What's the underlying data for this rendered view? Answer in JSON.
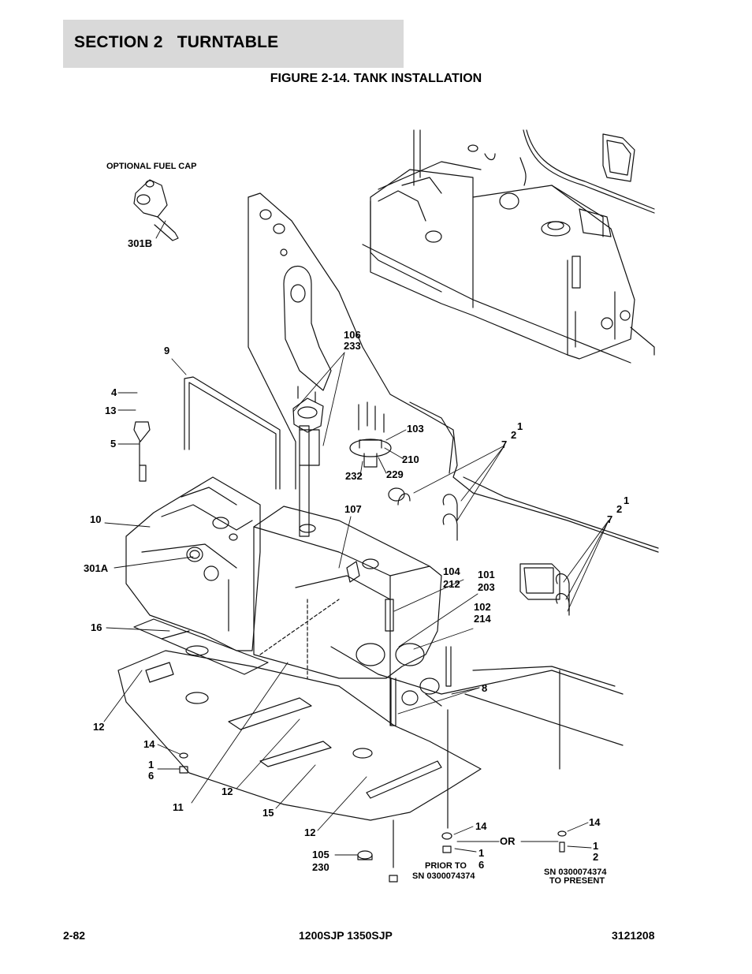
{
  "header": {
    "section_title": "SECTION 2   TURNTABLE"
  },
  "figure": {
    "title": "FIGURE 2-14. TANK INSTALLATION"
  },
  "diagram": {
    "callouts": {
      "optional_fuel_cap": "OPTIONAL FUEL CAP",
      "c301b": "301B",
      "c106": "106",
      "c233": "233",
      "c9": "9",
      "c4": "4",
      "c13": "13",
      "c5": "5",
      "c103": "103",
      "c210": "210",
      "c232": "232",
      "c229": "229",
      "c1a": "1",
      "c2a": "2",
      "c7a": "7",
      "c1b": "1",
      "c2b": "2",
      "c7b": "7",
      "c10": "10",
      "c107": "107",
      "c301a": "301A",
      "c104": "104",
      "c212": "212",
      "c101": "101",
      "c203": "203",
      "c102": "102",
      "c214": "214",
      "c16": "16",
      "c8": "8",
      "c12a": "12",
      "c14a": "14",
      "c16b_1": "1",
      "c16b_6": "6",
      "c11": "11",
      "c12b": "12",
      "c15": "15",
      "c12c": "12",
      "c105": "105",
      "c230": "230",
      "c14b": "14",
      "c16c_1": "1",
      "c16c_6": "6",
      "or": "OR",
      "c14c": "14",
      "c12d_1": "1",
      "c12d_2": "2",
      "prior_to": "PRIOR TO",
      "prior_sn": "SN 0300074374",
      "sn_present_1": "SN 0300074374",
      "sn_present_2": "TO PRESENT"
    }
  },
  "footer": {
    "page": "2-82",
    "models": "1200SJP 1350SJP",
    "doc_number": "3121208"
  }
}
